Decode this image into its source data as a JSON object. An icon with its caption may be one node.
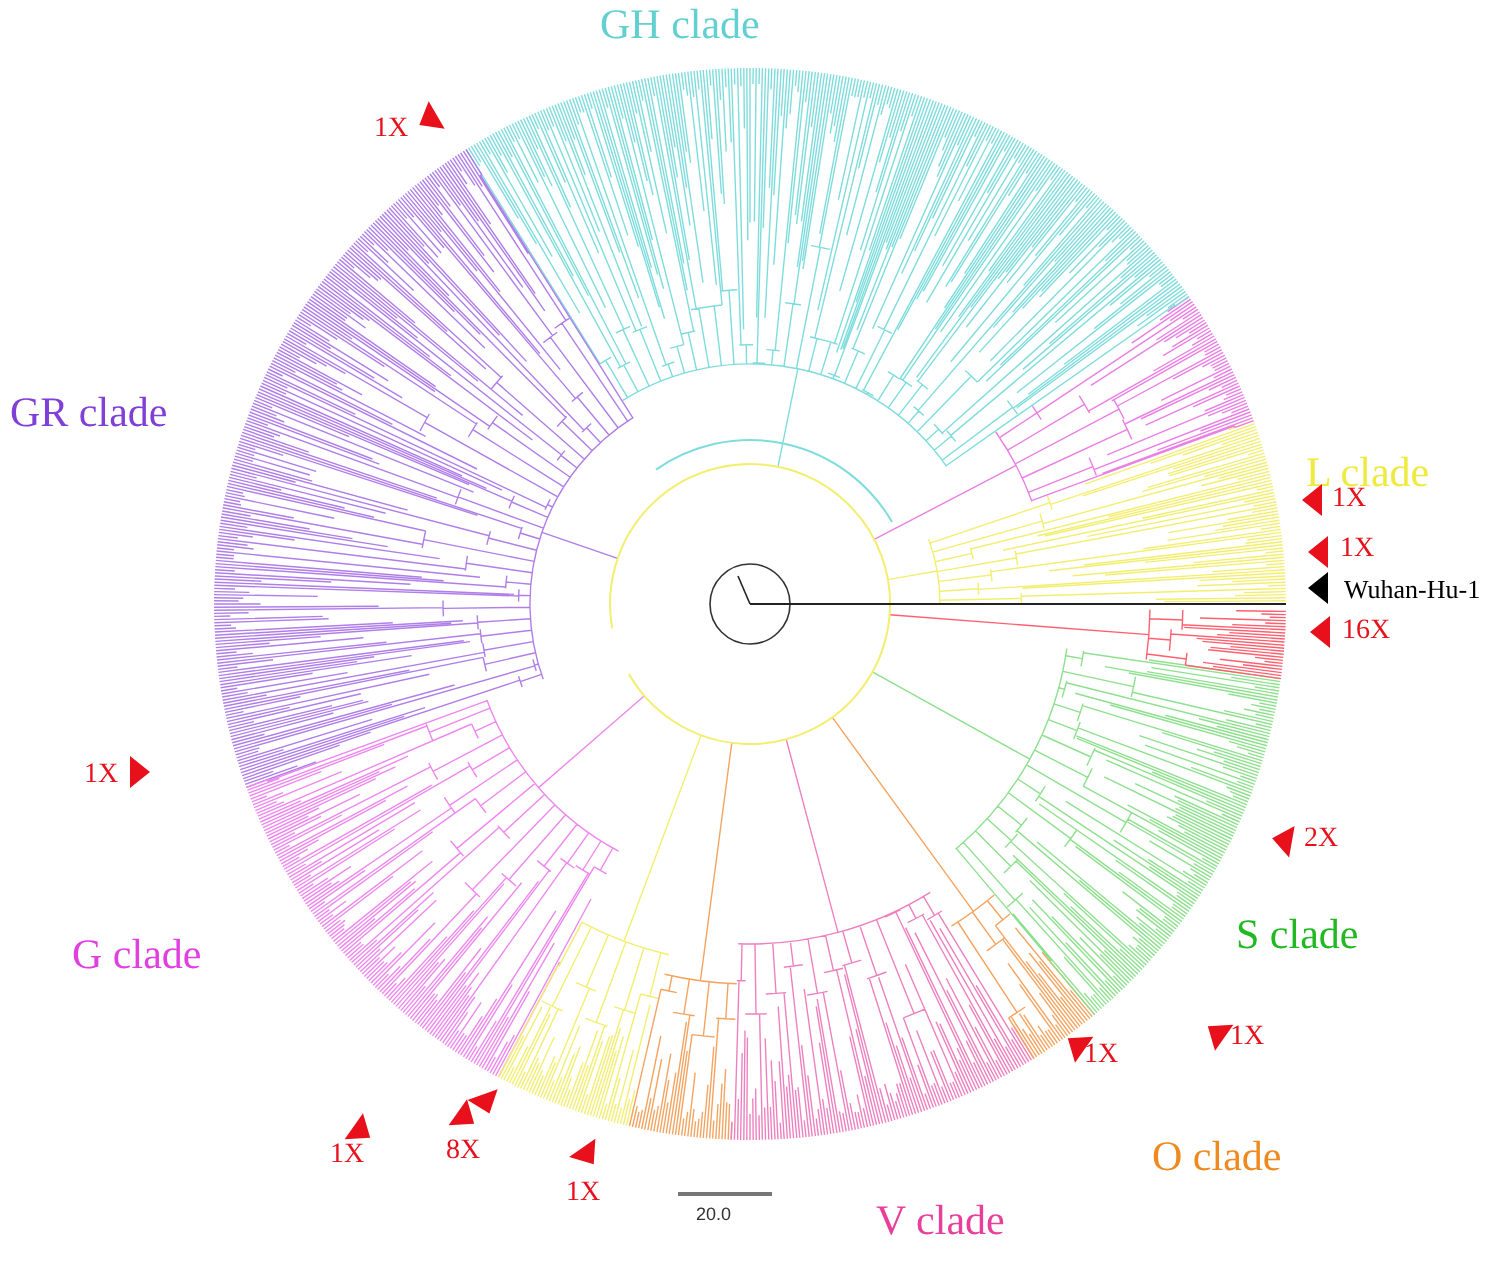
{
  "diagram": {
    "labels": [
      "GH clade",
      "1X",
      "GR clade",
      "L clade",
      "1X",
      "1X",
      "Wuhan-Hu-1",
      "16X",
      "1X",
      "2X",
      "S clade",
      "G clade",
      "1X",
      "1X",
      "1X",
      "8X",
      "O clade",
      "1X",
      "V clade",
      "20.0"
    ]
  }
}
